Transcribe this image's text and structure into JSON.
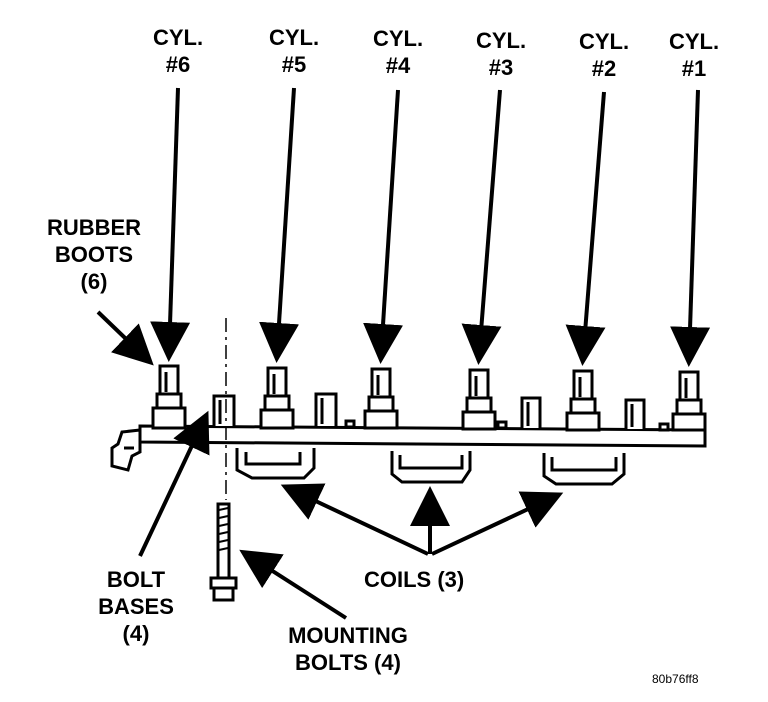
{
  "cylinders": [
    {
      "line1": "CYL.",
      "line2": "#6"
    },
    {
      "line1": "CYL.",
      "line2": "#5"
    },
    {
      "line1": "CYL.",
      "line2": "#4"
    },
    {
      "line1": "CYL.",
      "line2": "#3"
    },
    {
      "line1": "CYL.",
      "line2": "#2"
    },
    {
      "line1": "CYL.",
      "line2": "#1"
    }
  ],
  "labels": {
    "rubber_boots": [
      "RUBBER",
      "BOOTS",
      "(6)"
    ],
    "bolt_bases": [
      "BOLT",
      "BASES",
      "(4)"
    ],
    "coils": "COILS (3)",
    "mounting_bolts": [
      "MOUNTING",
      "BOLTS (4)"
    ]
  },
  "figure_code": "80b76ff8",
  "colors": {
    "ink": "#000000",
    "paper": "#ffffff"
  }
}
